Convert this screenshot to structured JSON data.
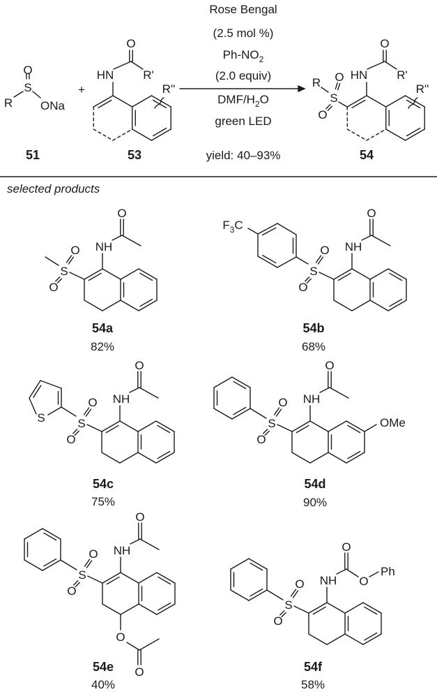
{
  "atoms": {
    "O": "O",
    "S": "S",
    "NH": "NH",
    "HN": "HN",
    "R": "R",
    "R1": "R'",
    "R2": "R''",
    "ONa": "ONa",
    "F3C_main": "F",
    "F3C_sub": "3",
    "F3C_end": "C",
    "OMe": "OMe",
    "Ph": "Ph",
    "Sthio": "S"
  },
  "scheme": {
    "plus": "+",
    "reagents": {
      "catalyst": "Rose Bengal",
      "catalyst_loading": "(2.5 mol %)",
      "oxidant_main": "Ph-NO",
      "oxidant_sub": "2",
      "oxidant_amount": "(2.0 equiv)",
      "solvent_main": "DMF/H",
      "solvent_sub": "2",
      "solvent_end": "O",
      "light": "green LED",
      "yield": "yield: 40–93%"
    },
    "compounds": [
      "51",
      "53",
      "54"
    ]
  },
  "section_title": "selected products",
  "products": [
    {
      "label": "54a",
      "yield": "82%"
    },
    {
      "label": "54b",
      "yield": "68%"
    },
    {
      "label": "54c",
      "yield": "75%"
    },
    {
      "label": "54d",
      "yield": "90%"
    },
    {
      "label": "54e",
      "yield": "40%"
    },
    {
      "label": "54f",
      "yield": "58%"
    }
  ]
}
